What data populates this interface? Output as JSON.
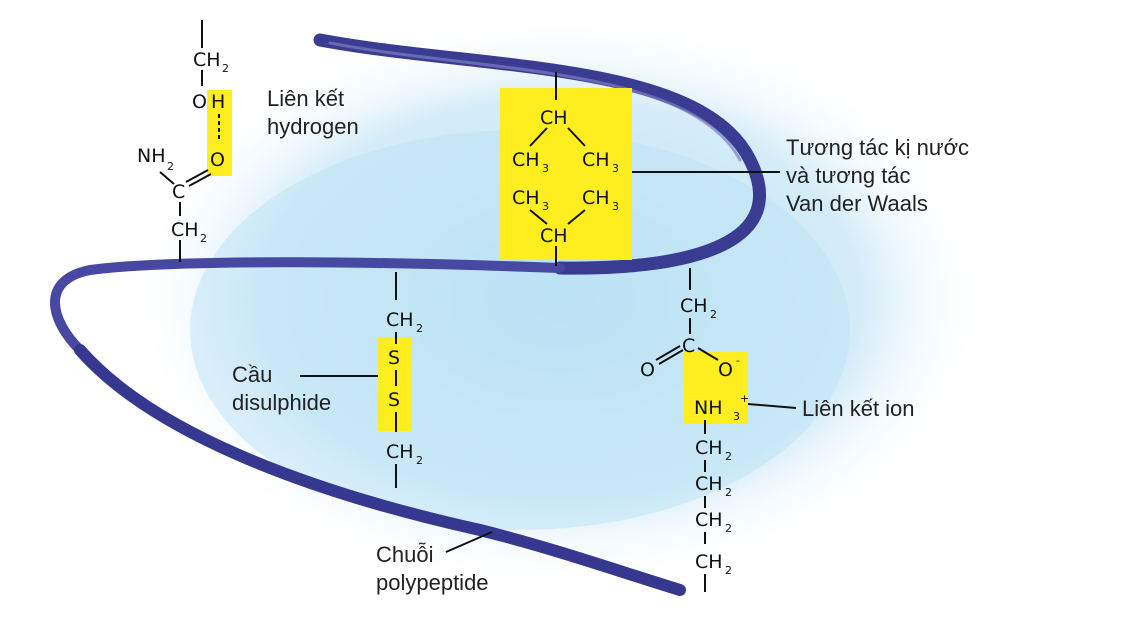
{
  "labels": {
    "hydrogen_bond": [
      "Liên kết",
      "hydrogen"
    ],
    "hydrophobic": [
      "Tương tác kị nước",
      "và tương tác",
      "Van der Waals"
    ],
    "disulphide": [
      "Cầu",
      "disulphide"
    ],
    "ionic": "Liên kết ion",
    "chain": [
      "Chuỗi",
      "polypeptide"
    ]
  },
  "chem": {
    "ch": "CH",
    "h": "H",
    "o": "O",
    "c": "C",
    "s": "S",
    "nh": "NH",
    "sub2": "2",
    "sub3": "3",
    "minus": "-",
    "plus": "+"
  },
  "colors": {
    "highlight": "#ffee1f",
    "ribbon": "#3d3f96",
    "background_glow": "#bfe3f6"
  }
}
